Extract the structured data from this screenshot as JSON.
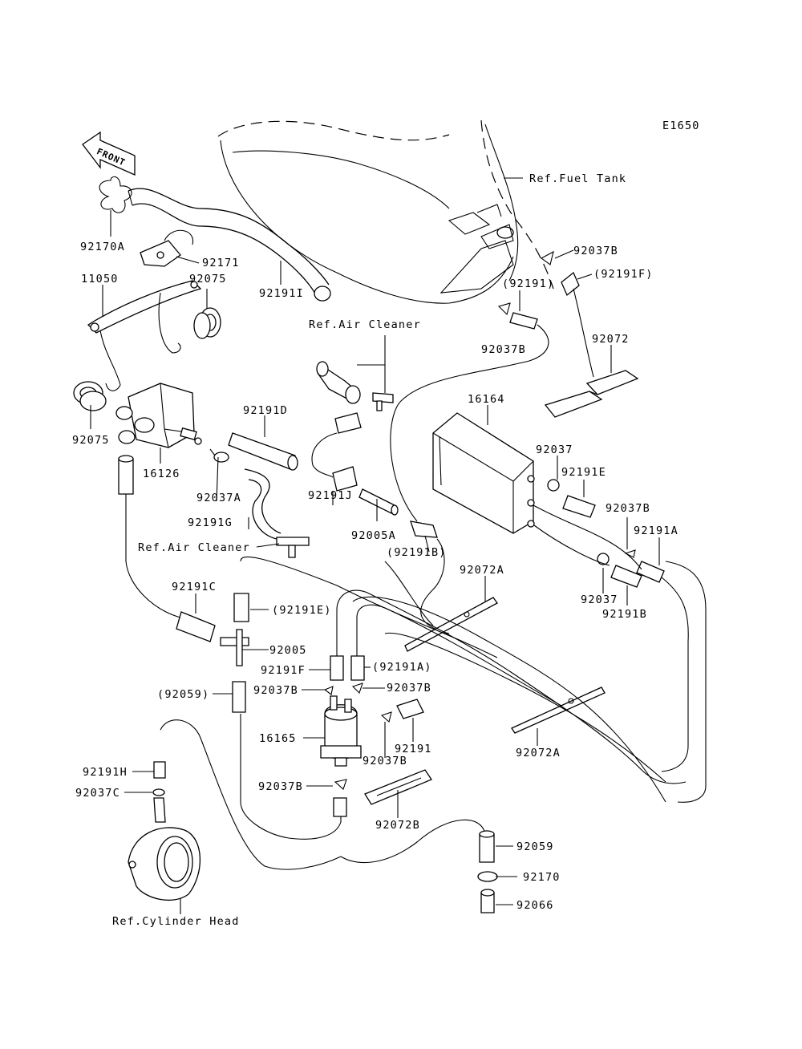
{
  "diagram_code": "E1650",
  "arrow_label": "FRONT",
  "labels": {
    "ref_fuel_tank": "Ref.Fuel Tank",
    "ref_air_cleaner_top": "Ref.Air Cleaner",
    "ref_air_cleaner_left": "Ref.Air Cleaner",
    "ref_cylinder_head": "Ref.Cylinder Head",
    "p92170A": "92170A",
    "p92171": "92171",
    "p11050": "11050",
    "p92075_top": "92075",
    "p92191I": "92191I",
    "p92037B_tr": "92037B",
    "p92191F_paren": "(92191F)",
    "p92191_paren": "(92191)",
    "p92037B_mid": "92037B",
    "p92072": "92072",
    "p16164": "16164",
    "p92075_left": "92075",
    "p16126": "16126",
    "p92191D": "92191D",
    "p92037": "92037",
    "p92191E": "92191E",
    "p92037A": "92037A",
    "p92191J": "92191J",
    "p92037B_r": "92037B",
    "p92191G": "92191G",
    "p92005A": "92005A",
    "p92191A": "92191A",
    "p92191B_paren": "(92191B)",
    "p92072A_top": "92072A",
    "p92191C": "92191C",
    "p92037_low": "92037",
    "p92191E_paren": "(92191E)",
    "p92191B": "92191B",
    "p92005": "92005",
    "p92191F": "92191F",
    "p92191A_paren": "(92191A)",
    "p92059_paren": "(92059)",
    "p92037B_l": "92037B",
    "p92037B_rr": "92037B",
    "p16165": "16165",
    "p92191": "92191",
    "p92037B_below": "92037B",
    "p92072A_low": "92072A",
    "p92191H": "92191H",
    "p92037C": "92037C",
    "p92037B_bot": "92037B",
    "p92072B": "92072B",
    "p92059": "92059",
    "p92170": "92170",
    "p92066": "92066"
  }
}
